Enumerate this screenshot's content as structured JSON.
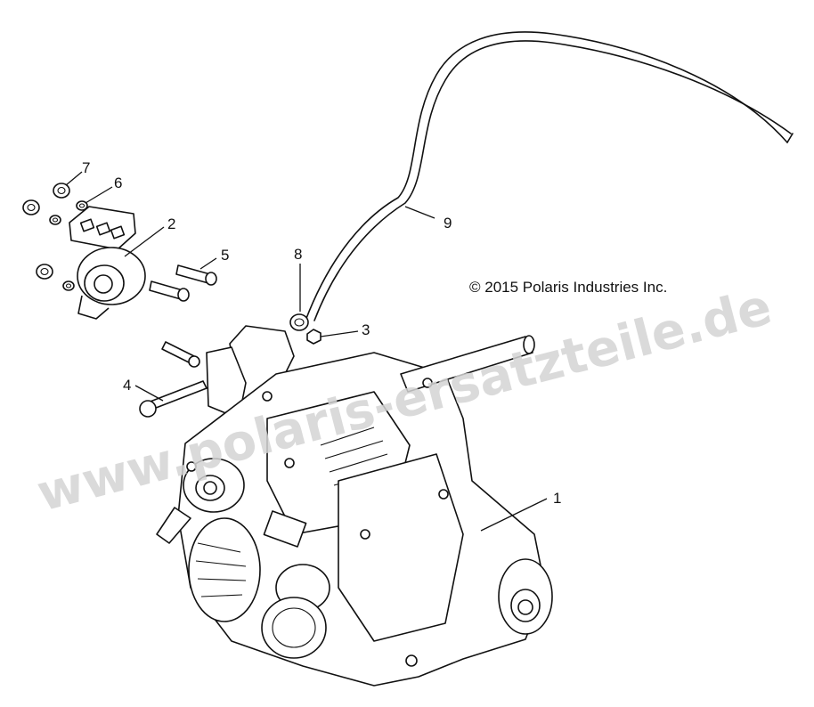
{
  "diagram": {
    "copyright": "© 2015 Polaris Industries Inc.",
    "watermark": "www.polaris-ersatzteile.de",
    "callouts": [
      {
        "id": "1",
        "label": "1"
      },
      {
        "id": "2",
        "label": "2"
      },
      {
        "id": "3",
        "label": "3"
      },
      {
        "id": "4",
        "label": "4"
      },
      {
        "id": "5",
        "label": "5"
      },
      {
        "id": "6",
        "label": "6"
      },
      {
        "id": "7",
        "label": "7"
      },
      {
        "id": "8",
        "label": "8"
      },
      {
        "id": "9",
        "label": "9"
      }
    ]
  }
}
